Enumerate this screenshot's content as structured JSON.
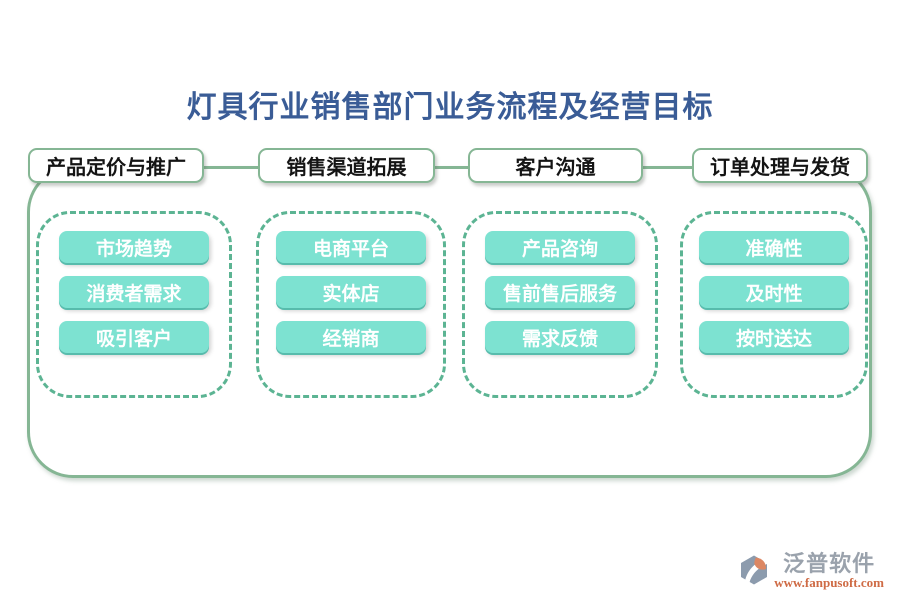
{
  "title": "灯具行业销售部门业务流程及经营目标",
  "groups": [
    {
      "header": "产品定价与推广",
      "items": [
        "市场趋势",
        "消费者需求",
        "吸引客户"
      ]
    },
    {
      "header": "销售渠道拓展",
      "items": [
        "电商平台",
        "实体店",
        "经销商"
      ]
    },
    {
      "header": "客户沟通",
      "items": [
        "产品咨询",
        "售前售后服务",
        "需求反馈"
      ]
    },
    {
      "header": "订单处理与发货",
      "items": [
        "准确性",
        "及时性",
        "按时送达"
      ]
    }
  ],
  "branding": {
    "logo_icon": "fanpu-logo-icon",
    "logo_text": "泛普软件",
    "website": "www.fanpusoft.com"
  },
  "colors": {
    "title_text": "#3A5C96",
    "container_border": "#85B694",
    "dashed_border": "#5CB493",
    "node_background": "#7DE2D1",
    "node_text": "#FFFFFF",
    "header_text": "#141414",
    "logo_text": "#9AA2AC",
    "website_text": "#CF6B45"
  }
}
